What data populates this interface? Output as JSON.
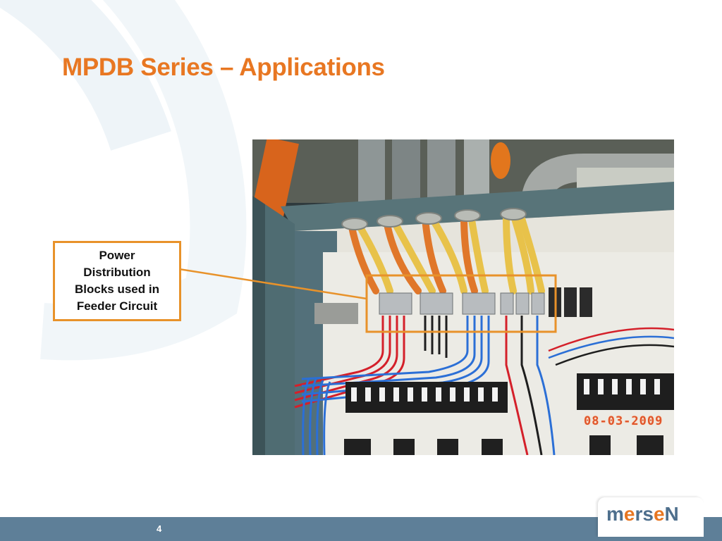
{
  "slide": {
    "title": "MPDB Series – Applications",
    "page_number": "4"
  },
  "callout": {
    "lines": [
      "Power",
      "Distribution",
      "Blocks used in",
      "Feeder Circuit"
    ],
    "border_color": "#e8922a"
  },
  "photo": {
    "date_stamp": "08-03-2009",
    "highlight_color": "#e8922a"
  },
  "logo": {
    "part1": "m",
    "part2": "e",
    "part3": "rs",
    "part4": "e",
    "part5": "N"
  },
  "colors": {
    "title": "#e87722",
    "footer": "#5e7f98",
    "logo_blue": "#4e6f8d",
    "logo_orange": "#e87722"
  }
}
